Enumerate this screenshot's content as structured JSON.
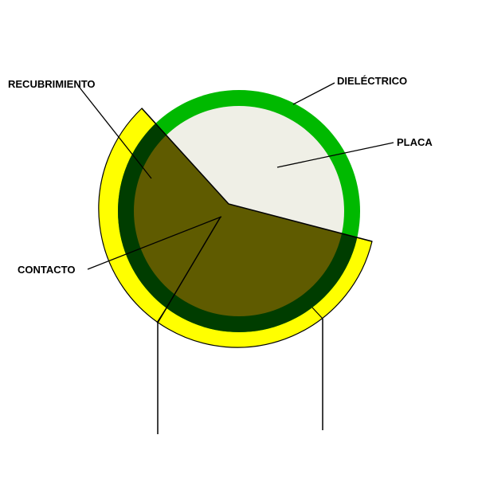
{
  "labels": {
    "recubrimiento": "RECUBRIMIENTO",
    "dielectrico": "DIELÉCTRICO",
    "placa": "PLACA",
    "contacto": "CONTACTO"
  },
  "colors": {
    "dielectric": "#00b900",
    "plate": "#efefe6",
    "coating": "#ffff00",
    "contact_overlap": "#003d00",
    "contact": "#5f5b00"
  }
}
